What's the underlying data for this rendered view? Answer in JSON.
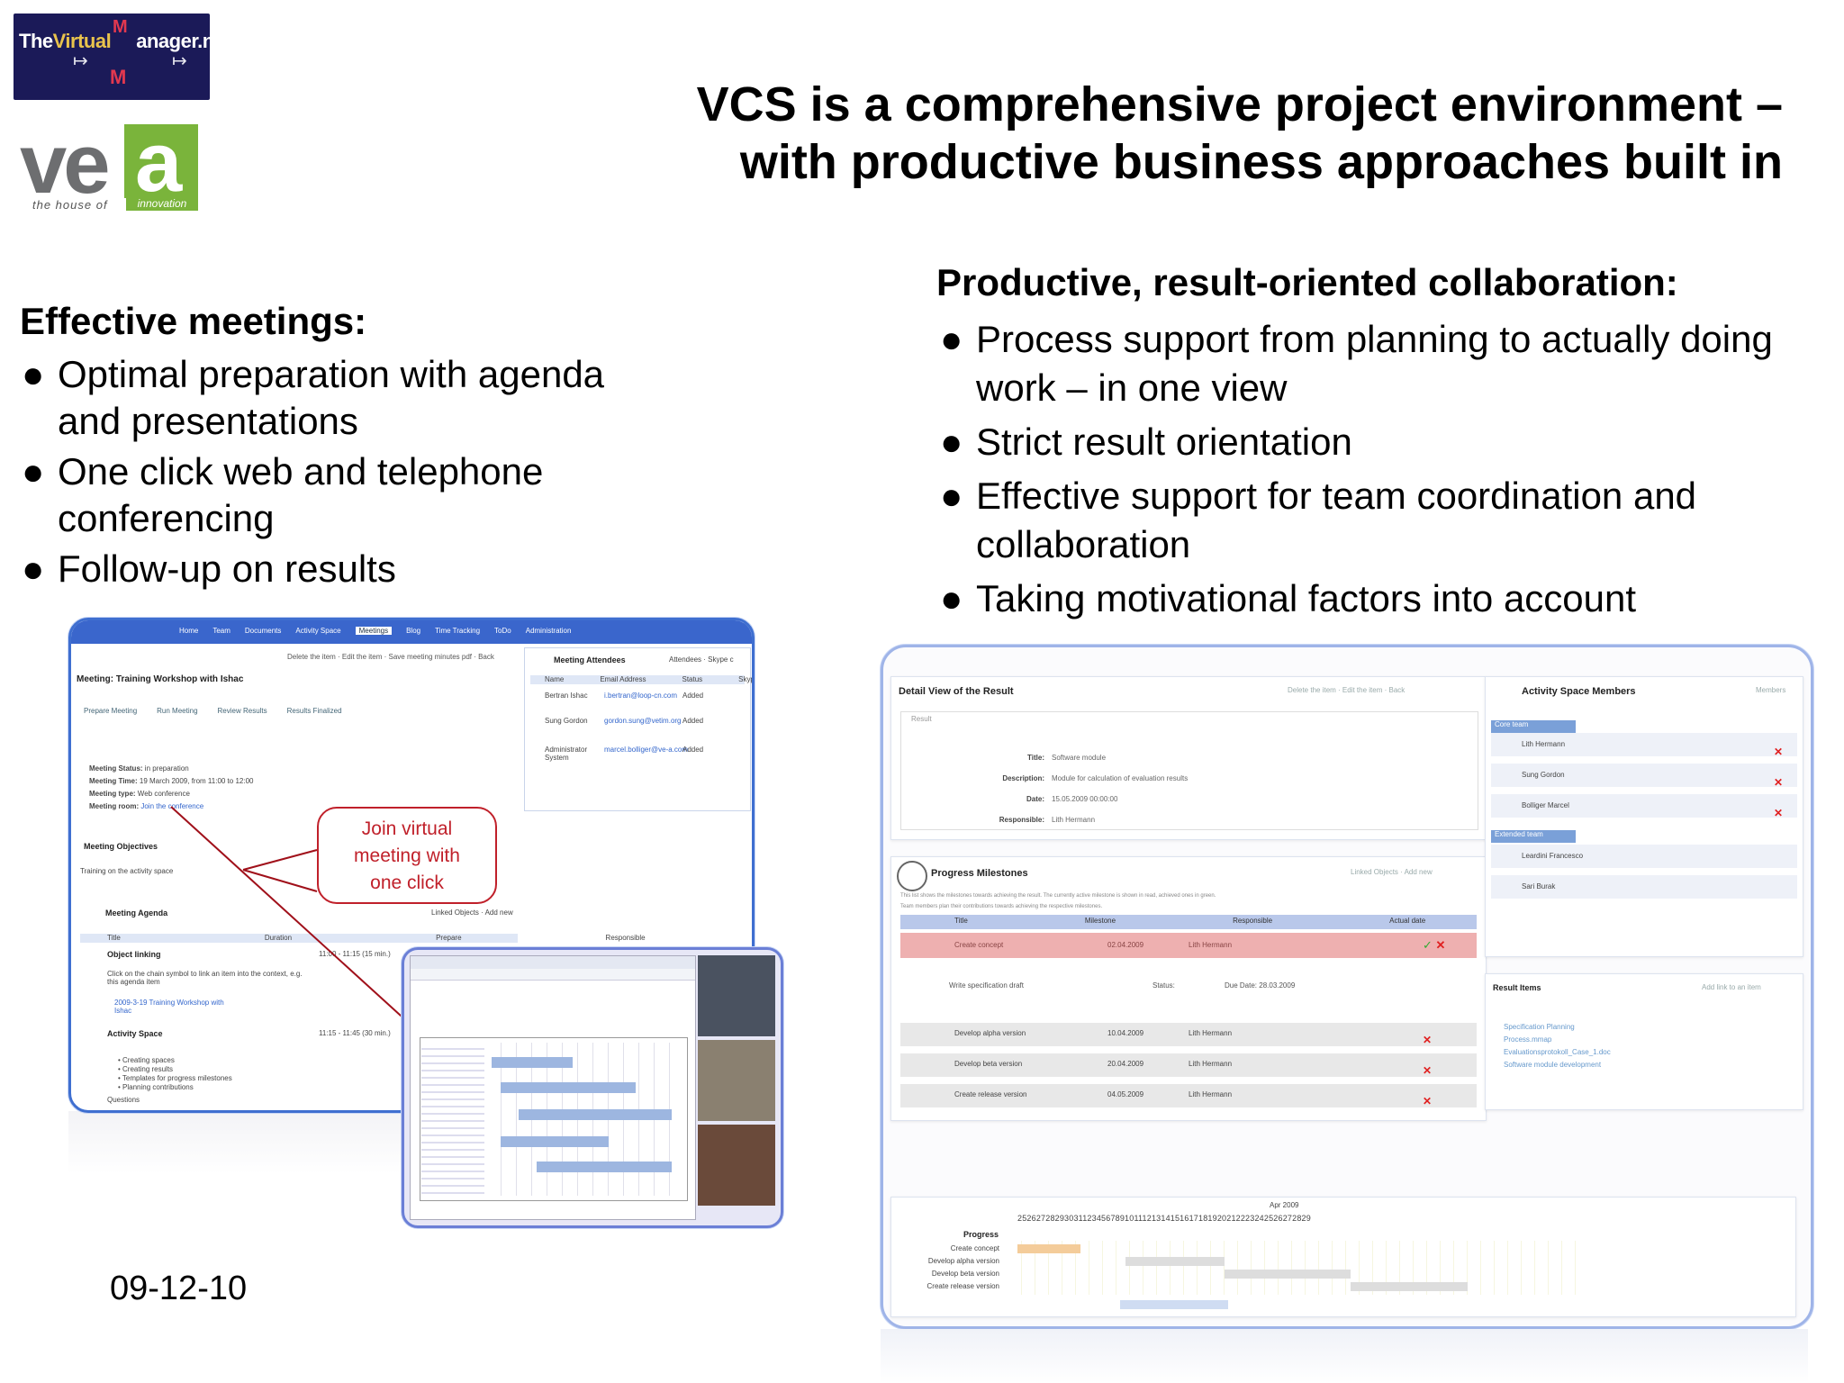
{
  "logos": {
    "tvm": "TheVirtualManager.nl",
    "vea": "vea",
    "vea_tagline": "the house of innovation"
  },
  "title": {
    "line1": "VCS is a comprehensive project environment –",
    "line2": "with productive business approaches built in"
  },
  "left": {
    "heading": "Effective meetings:",
    "items": [
      "Optimal preparation with agenda and presentations",
      "One click web and telephone conferencing",
      "Follow-up on results"
    ]
  },
  "right": {
    "heading": "Productive, result-oriented collaboration:",
    "items": [
      "Process support from planning to actually doing work – in one view",
      "Strict result orientation",
      "Effective support for team coordination and collaboration",
      "Taking motivational factors into account"
    ]
  },
  "callout": {
    "line1": "Join virtual",
    "line2": "meeting with",
    "line3": "one click"
  },
  "date": "09-12-10",
  "meeting_screen": {
    "nav": [
      "Home",
      "Team",
      "Documents",
      "Activity Space",
      "Meetings",
      "Blog",
      "Time Tracking",
      "ToDo",
      "Administration"
    ],
    "title": "Meeting: Training Workshop with Ishac",
    "actions": "Delete the item · Edit the item · Save meeting minutes pdf · Back",
    "steps": [
      "Prepare Meeting",
      "Run Meeting",
      "Review Results",
      "Results Finalized"
    ],
    "details": [
      [
        "Meeting Status:",
        "in preparation"
      ],
      [
        "Meeting Time:",
        "19 March 2009, from 11:00 to 12:00"
      ],
      [
        "Meeting type:",
        "Web conference"
      ],
      [
        "Meeting room:",
        "Join the conference"
      ]
    ],
    "objectives_title": "Meeting Objectives",
    "objectives_text": "Training on the activity space",
    "agenda_title": "Meeting Agenda",
    "agenda_links": "Linked Objects · Add new",
    "agenda_headers": [
      "Title",
      "Duration",
      "Prepare",
      "Responsible"
    ],
    "agenda_rows": [
      {
        "title": "Object linking",
        "time": "11:00 - 11:15 (15 min.)",
        "note": "Click on the chain symbol to link an item into the context, e.g. this agenda item",
        "sub": "2009-3-19 Training Workshop with Ishac"
      },
      {
        "title": "Activity Space",
        "time": "11:15 - 11:45 (30 min.)",
        "bullets": [
          "Creating spaces",
          "Creating results",
          "Templates for progress milestones",
          "Planning contributions"
        ]
      }
    ],
    "questions": "Questions",
    "attendees": {
      "title": "Meeting Attendees",
      "links": "Attendees · Skype c",
      "headers": [
        "Name",
        "Email Address",
        "Status",
        "Skype"
      ],
      "rows": [
        [
          "Bertran Ishac",
          "i.bertran@loop-cn.com",
          "Added"
        ],
        [
          "Sung Gordon",
          "gordon.sung@vetim.org",
          "Added"
        ],
        [
          "Administrator System",
          "marcel.bolliger@ve-a.com",
          "Added"
        ]
      ]
    }
  },
  "result_screen": {
    "title": "Detail View of the Result",
    "actions": "Delete the item · Edit the item · Back",
    "result_label": "Result",
    "fields": [
      [
        "Title:",
        "Software module"
      ],
      [
        "Description:",
        "Module for calculation of evaluation results"
      ],
      [
        "Date:",
        "15.05.2009 00:00:00"
      ],
      [
        "Responsible:",
        "Lith Hermann"
      ]
    ],
    "milestones": {
      "title": "Progress Milestones",
      "links": "Linked Objects · Add new",
      "desc1": "This list shows the milestones towards achieving the result. The currently active milestone is shown in read, achieved ones in green.",
      "desc2": "Team members plan their contributions towards achieving the respective milestones.",
      "headers": [
        "Title",
        "Milestone",
        "Responsible",
        "Actual date"
      ],
      "rows": [
        [
          "Create concept",
          "02.04.2009",
          "Lith Hermann"
        ],
        [
          "Develop alpha version",
          "10.04.2009",
          "Lith Hermann"
        ],
        [
          "Develop beta version",
          "20.04.2009",
          "Lith Hermann"
        ],
        [
          "Create release version",
          "04.05.2009",
          "Lith Hermann"
        ]
      ],
      "sub_item": "Write specification draft",
      "sub_status": "Status:",
      "sub_due": "Due Date: 28.03.2009"
    },
    "members": {
      "title": "Activity Space Members",
      "link": "Members",
      "core_label": "Core team",
      "extended_label": "Extended team",
      "core": [
        "Lith Hermann",
        "Sung Gordon",
        "Bolliger Marcel"
      ],
      "extended": [
        "Leardini Francesco",
        "Sari Burak"
      ]
    },
    "result_items": {
      "title": "Result Items",
      "link": "Add link to an item",
      "items": [
        "Specification Planning",
        "Process.mmap",
        "Evaluationsprotokoll_Case_1.doc",
        "Software module development"
      ]
    },
    "gantt": {
      "month": "Apr 2009",
      "days": "252627282930311234567891011121314151617181920212223242526272829",
      "label": "Progress",
      "rows": [
        "Create concept",
        "Develop alpha version",
        "Develop beta version",
        "Create release version"
      ]
    }
  }
}
